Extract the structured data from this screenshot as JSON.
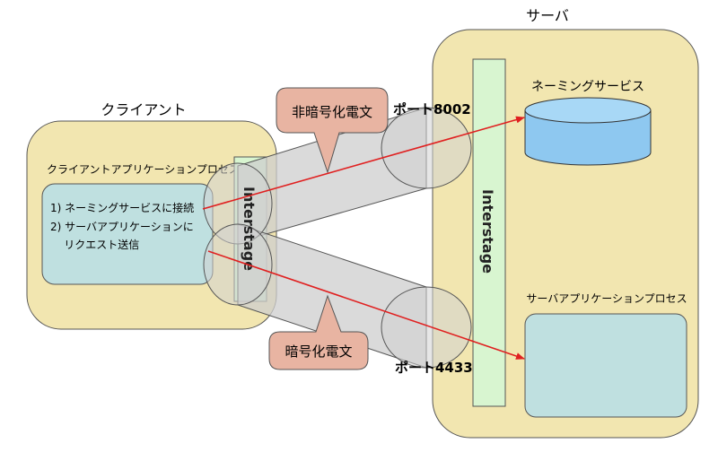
{
  "client": {
    "title": "クライアント",
    "app_title": "クライアントアプリケーションプロセス",
    "steps": [
      "1) ネーミングサービスに接続",
      "2) サーバアプリケーションに",
      "    リクエスト送信"
    ],
    "interstage_label": "Interstage"
  },
  "server": {
    "title": "サーバ",
    "naming_service_label": "ネーミングサービス",
    "app_title": "サーバアプリケーションプロセス",
    "interstage_label": "Interstage"
  },
  "ports": {
    "plain": "ポート8002",
    "ssl": "ポート4433"
  },
  "callouts": {
    "plain": "非暗号化電文",
    "ssl": "暗号化電文"
  },
  "colors": {
    "container_fill": "#f2e6b0",
    "app_box_fill": "#bfe0e0",
    "interstage_fill": "#d8f5d0",
    "db_fill": "#8ec8f0",
    "callout_fill": "#e8b4a2",
    "arrow": "#e02020"
  }
}
